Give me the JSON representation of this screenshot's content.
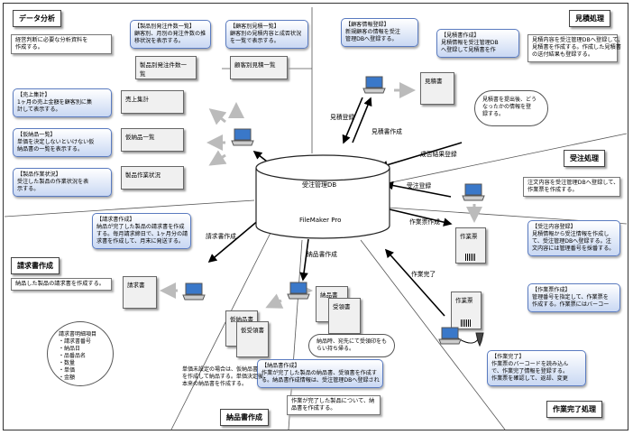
{
  "sections": {
    "data_analysis": "データ分析",
    "estimate": "見積処理",
    "order": "受注処理",
    "billing": "請求書作成",
    "delivery": "納品書作成",
    "work_done": "作業完了処理"
  },
  "database": {
    "title": "受注管理DB",
    "product": "FileMaker Pro"
  },
  "notes": {
    "analysis_desc": [
      "経営判断に必要な分析資料を",
      "作成する。"
    ],
    "estimate_desc": [
      "見積内容を受注管理DBへ登録して、",
      "見積書を作成する。作成した見積書",
      "の送付結果も登録する。"
    ],
    "order_desc": [
      "注文内容を受注管理DBへ登録して、",
      "作業票を作成する。"
    ],
    "billing_desc": [
      "納品した製品の請求書を作成する。"
    ],
    "delivery_desc": [
      "作業が完了した製品について、納",
      "品書を作成する。"
    ]
  },
  "blue_notes": {
    "part_list": [
      "【製品別発注件数一覧】",
      "顧客別、月別の発注件数の推",
      "移状況を表示する。"
    ],
    "estimate_list": [
      "【顧客別見積一覧】",
      "顧客別の見積内容と成否状況",
      "を一覧で表示する。"
    ],
    "sales": [
      "【売上集計】",
      "1ヶ月の売上金額を顧客別に集",
      "計して表示する。"
    ],
    "parts": [
      "【仮納品一覧】",
      "単価を決定しないといけない仮",
      "納品書の一覧を表示する。"
    ],
    "status": [
      "【製品作業状況】",
      "受注した製品の作業状況を表",
      "示する。"
    ],
    "customer_reg": [
      "【顧客情報登録】",
      "新規顧客の情報を受注",
      "管理DBへ登録する。"
    ],
    "estimate_make": [
      "【見積書作成】",
      "見積情報を受注管理DB",
      "へ登録して見積書を作"
    ],
    "order_reg": [
      "【受注内容登録】",
      "見積情報から受注情報を作成し",
      "て、受注管理DBへ登録する。注",
      "文内容には管理番号を採番する。"
    ],
    "work_make": [
      "【作業票作成】",
      "管理番号を指定して、作業票を",
      "作成する。作業票にはバーコー"
    ],
    "billing_make": [
      "【請求書作成】",
      "納品が完了した製品の請求書を作成",
      "する。毎月請求締日で、1ヶ月分の請",
      "求書を作成して、月末に発送する。"
    ],
    "delivery_make": [
      "【納品書作成】",
      "作業が完了した製品の納品書、受領書を作成す",
      "る。納品書作成情報は、受注管理DBへ登録され"
    ],
    "work_done": [
      "【作業完了】",
      "作業票のバーコードを読み込ん",
      "で、作業完了情報を登録する。",
      "作業票を確認して、返却、変更"
    ]
  },
  "documents": {
    "d_part_count": "製品別発注件数一覧",
    "d_estimate_list": "顧客別見積一覧",
    "d_sales": "売上集計",
    "d_parts": "仮納品一覧",
    "d_status": "製品作業状況",
    "d_estimate": "見積書",
    "d_work1": "作業票",
    "d_work2": "作業票",
    "d_invoice": "請求書",
    "d_delivery": "納品書",
    "d_receipt": "受領書",
    "d_temp_delivery": "仮納品書",
    "d_temp_receipt": "仮受領書"
  },
  "labels": {
    "estimate_reg": "見積登録",
    "estimate_doc": "見積書作成",
    "result_reg": "成否結果登録",
    "order_reg": "受注登録",
    "work_doc": "作業票作成",
    "invoice_doc": "請求書作成",
    "delivery_doc": "納品書作成",
    "work_done": "作業完了"
  },
  "bubbles": {
    "estimate_q": [
      "見積書を提出後、どう",
      "なったかの情報を登",
      "録する。"
    ],
    "delivery_q": [
      "納品時、宛先にて受領印をも",
      "らい持ち帰る。"
    ],
    "temp_note": [
      "単価未設定の場合は、仮納品書",
      "を作成して納品する。単価決定後、",
      "本来の納品書を作成する。"
    ],
    "invoice_items": [
      "請求書明細項目",
      "・請求書番号",
      "・納品日",
      "・品番品名",
      "・数量",
      "・単価",
      "・金額"
    ]
  }
}
